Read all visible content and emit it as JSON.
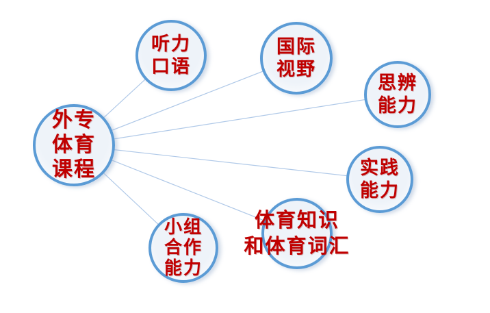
{
  "diagram": {
    "type": "radial-mind-map",
    "colors": {
      "circle_border": "#5B9BD5",
      "circle_fill": "#EEF3F9",
      "label_text": "#C00000",
      "connector_line": "#B0C9E8"
    },
    "center_node": {
      "label": "外专\n体育\n课程"
    },
    "satellite_nodes": [
      {
        "label": "听力\n口语"
      },
      {
        "label": "国际\n视野"
      },
      {
        "label": "思辨\n能力"
      },
      {
        "label": "实践\n能力"
      },
      {
        "label": "体育知识\n和体育词汇"
      },
      {
        "label": "小组\n合作\n能力"
      }
    ],
    "edges": [
      [
        "外专体育课程",
        "听力口语"
      ],
      [
        "外专体育课程",
        "国际视野"
      ],
      [
        "外专体育课程",
        "思辨能力"
      ],
      [
        "外专体育课程",
        "实践能力"
      ],
      [
        "外专体育课程",
        "体育知识和体育词汇"
      ],
      [
        "外专体育课程",
        "小组合作能力"
      ]
    ]
  }
}
